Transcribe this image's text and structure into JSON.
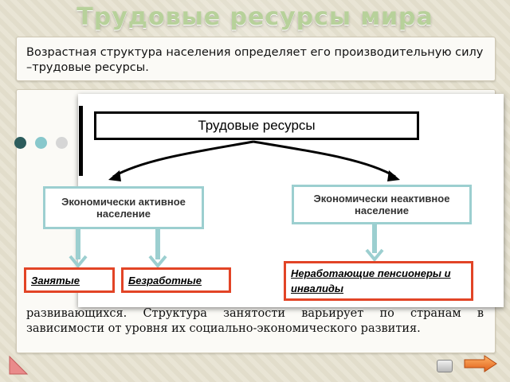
{
  "slide": {
    "title": "Трудовые ресурсы мира",
    "intro": "Возрастная структура населения определяет его производительную силу –трудовые ресурсы.",
    "body_text": "развивающихся. Структура занятости варьирует по странам в зависимости от уровня их социально-экономического развития."
  },
  "diagram": {
    "root": "Трудовые ресурсы",
    "active": "Экономически активное население",
    "inactive": "Экономически неактивное население",
    "employed": "Занятые",
    "unemployed": "Безработные",
    "pensioners": "Неработающие пенсионеры и инвалиды"
  },
  "colors": {
    "title": "#b7d19a",
    "teal_border": "#9ccfd0",
    "red_border": "#e24426",
    "dot_dark": "#2c5c5c",
    "dot_light": "#88c8cc",
    "dot_grey": "#d6d6d6"
  },
  "icons": {
    "nav_next": "arrow-right-icon",
    "nav_home": "home-icon",
    "corner": "corner-decoration-icon"
  }
}
